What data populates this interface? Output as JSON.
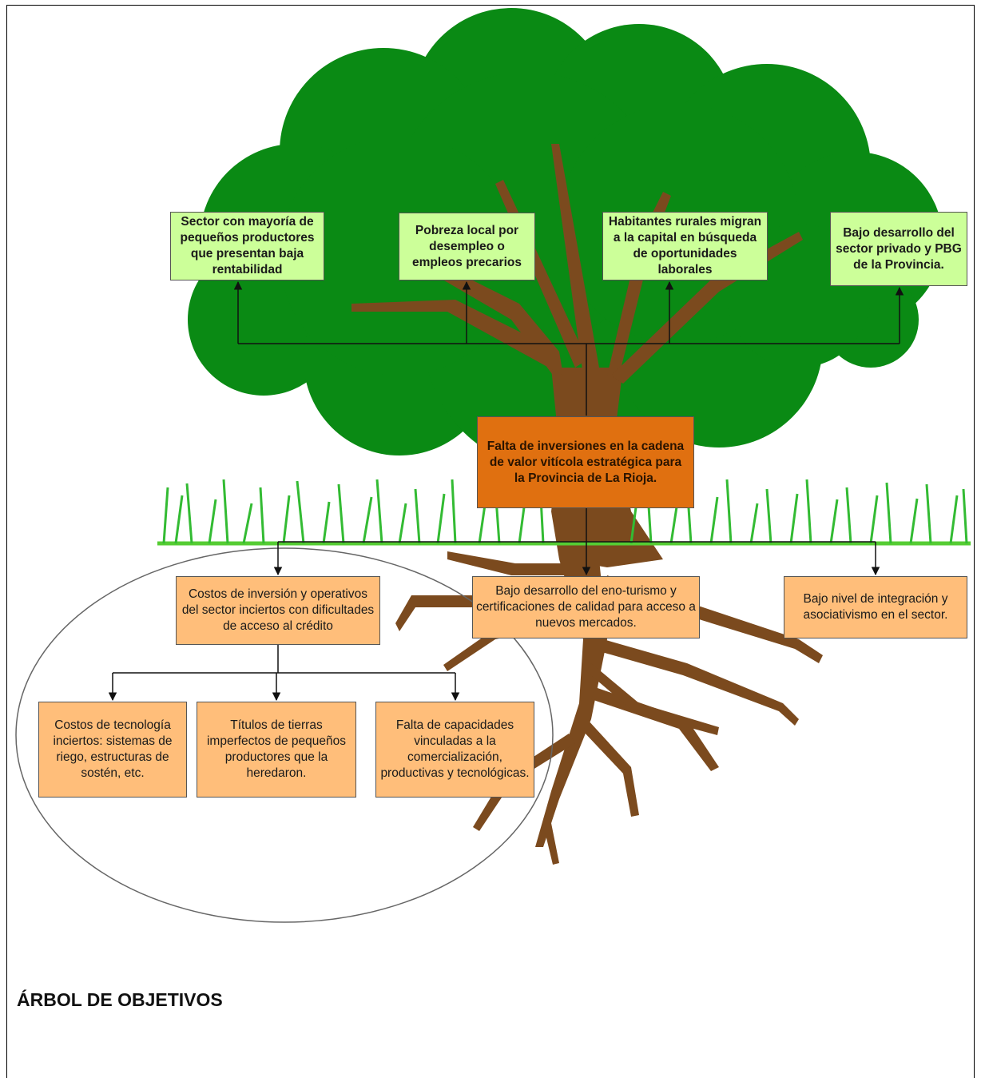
{
  "effects": [
    "Sector con mayoría de pequeños productores que presentan baja rentabilidad",
    "Pobreza local por desempleo o empleos precarios",
    "Habitantes rurales migran a la capital en búsqueda de oportunidades laborales",
    "Bajo desarrollo del sector privado y PBG de la Provincia."
  ],
  "central_problem": "Falta de inversiones en la cadena de valor vitícola estratégica para la Provincia de La Rioja.",
  "causes": [
    "Costos de inversión y operativos del sector inciertos con dificultades de acceso al crédito",
    "Bajo desarrollo del eno-turismo y certificaciones de calidad para acceso a nuevos mercados.",
    "Bajo nivel de integración y asociativismo en el sector."
  ],
  "sub_causes": [
    "Costos de tecnología inciertos: sistemas de riego, estructuras de sostén, etc.",
    "Títulos de tierras imperfectos de pequeños productores que la heredaron.",
    "Falta de capacidades vinculadas a la comercialización, productivas y tecnológicas."
  ],
  "section_heading": "ÁRBOL DE OBJETIVOS",
  "colors": {
    "foliage": "#0a8a14",
    "trunk": "#7b4a1e",
    "grass": "#33bb33",
    "effect_box": "#ccff99",
    "core_box": "#e07010",
    "cause_box": "#ffbe7a"
  }
}
